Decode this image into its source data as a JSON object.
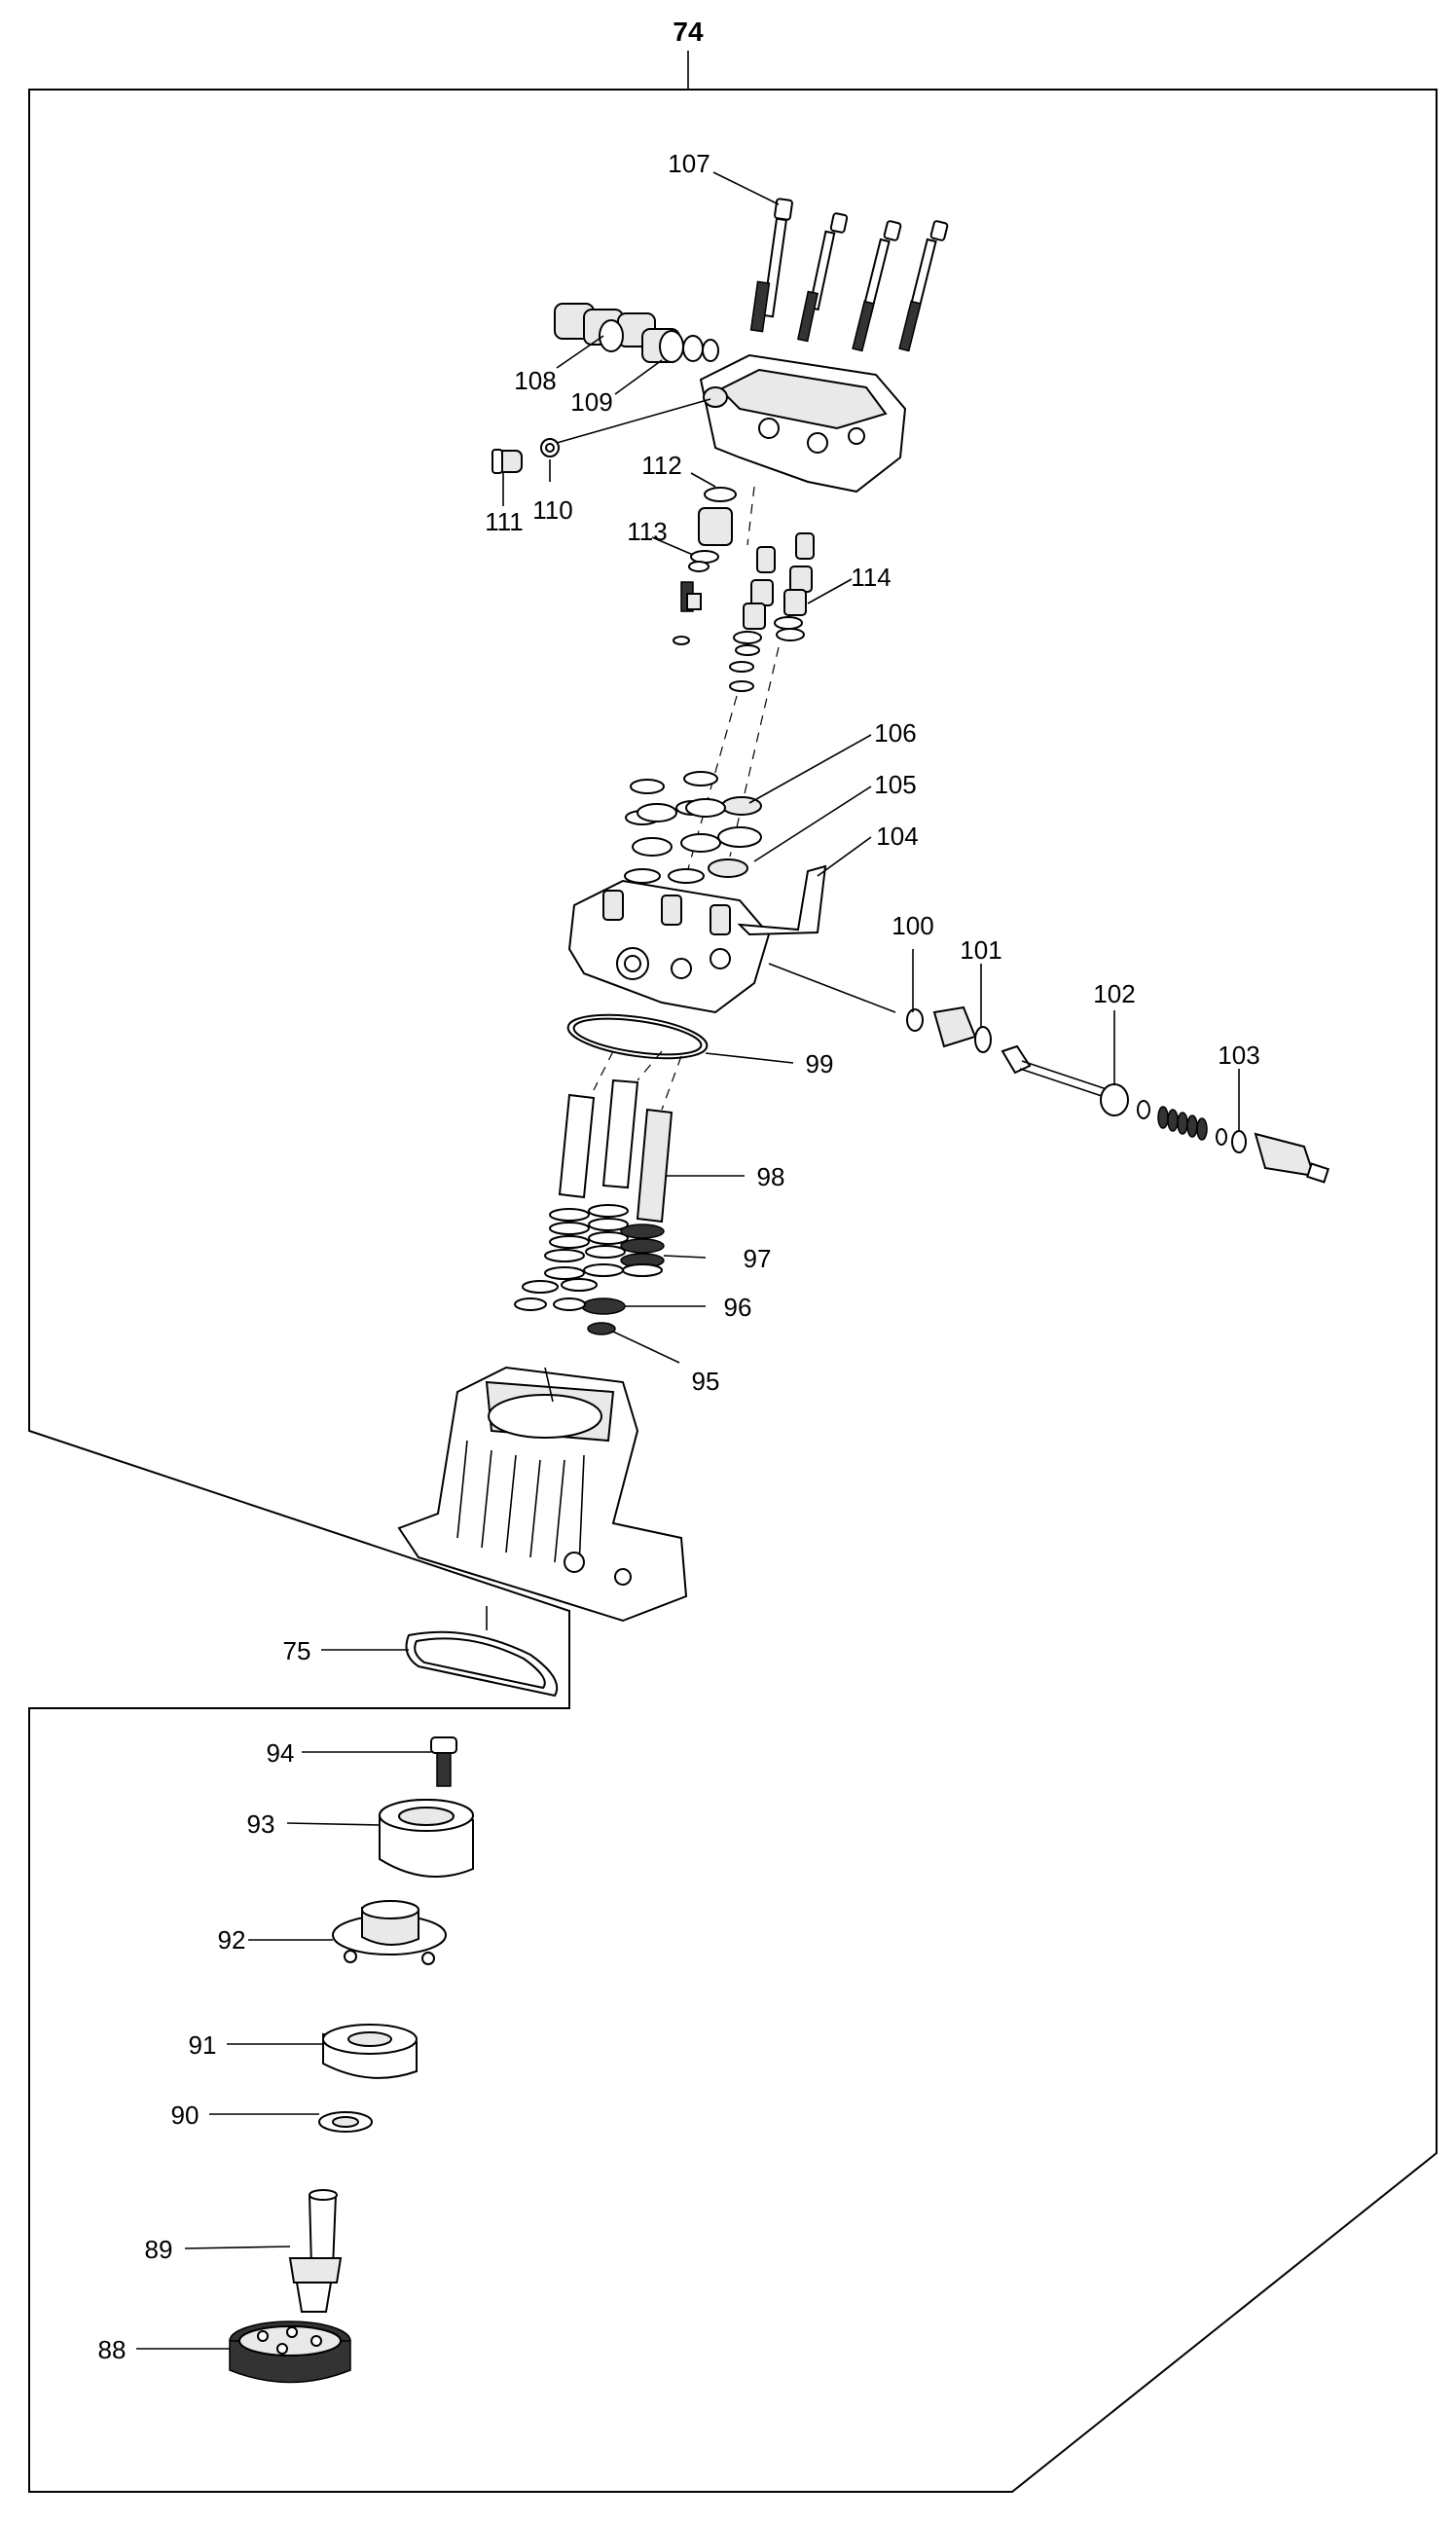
{
  "diagram": {
    "assembly_label": "74",
    "callouts": [
      {
        "id": "107",
        "text": "107"
      },
      {
        "id": "108",
        "text": "108"
      },
      {
        "id": "109",
        "text": "109"
      },
      {
        "id": "110",
        "text": "110"
      },
      {
        "id": "111",
        "text": "111"
      },
      {
        "id": "112",
        "text": "112"
      },
      {
        "id": "113",
        "text": "113"
      },
      {
        "id": "114",
        "text": "114"
      },
      {
        "id": "106",
        "text": "106"
      },
      {
        "id": "105",
        "text": "105"
      },
      {
        "id": "104",
        "text": "104"
      },
      {
        "id": "100",
        "text": "100"
      },
      {
        "id": "101",
        "text": "101"
      },
      {
        "id": "102",
        "text": "102"
      },
      {
        "id": "103",
        "text": "103"
      },
      {
        "id": "99",
        "text": "99"
      },
      {
        "id": "98",
        "text": "98"
      },
      {
        "id": "97",
        "text": "97"
      },
      {
        "id": "96",
        "text": "96"
      },
      {
        "id": "95",
        "text": "95"
      },
      {
        "id": "75",
        "text": "75"
      },
      {
        "id": "94",
        "text": "94"
      },
      {
        "id": "93",
        "text": "93"
      },
      {
        "id": "92",
        "text": "92"
      },
      {
        "id": "91",
        "text": "91"
      },
      {
        "id": "90",
        "text": "90"
      },
      {
        "id": "89",
        "text": "89"
      },
      {
        "id": "88",
        "text": "88"
      }
    ]
  }
}
